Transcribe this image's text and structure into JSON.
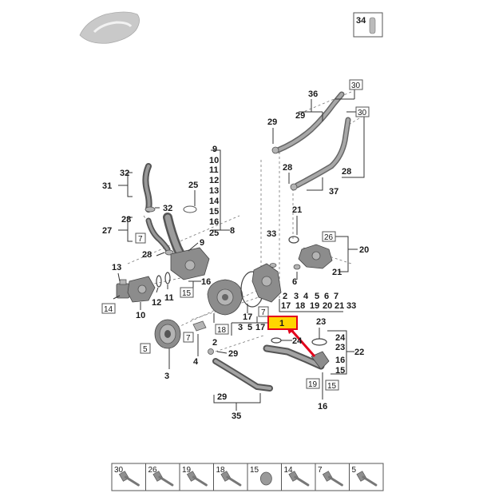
{
  "top_right_ref": "34",
  "callouts": {
    "n36": "36",
    "n29a": "29",
    "n30a": "30",
    "n30b": "30",
    "n29b": "29",
    "n28a": "28",
    "n28b": "28",
    "n37": "37",
    "n9a": "9",
    "n10a": "10",
    "n11a": "11",
    "n12a": "12",
    "n13a": "13",
    "n14a": "14",
    "n15a": "15",
    "n16a": "16",
    "n25a": "25",
    "n9b": "9",
    "n8": "8",
    "n25b": "25",
    "n32a": "32",
    "n31": "31",
    "n32b": "32",
    "n28c": "28",
    "n27": "27",
    "n7a": "7",
    "n28d": "28",
    "n21a": "21",
    "n33": "33",
    "n26": "26",
    "n20": "20",
    "n21b": "21",
    "n6": "6",
    "n13b": "13",
    "n14b": "14",
    "n10b": "10",
    "n12b": "12",
    "n11b": "11",
    "n15b": "15",
    "n16b": "16",
    "n18a": "18",
    "n17a": "17",
    "n7b": "7",
    "n2": "2",
    "n3": "3",
    "n5a": "5",
    "n17b": "17",
    "k2": "2",
    "k3": "3",
    "k4": "4",
    "k5": "5",
    "k6": "6",
    "k7": "7",
    "k17": "17",
    "k18": "18",
    "k19": "19",
    "k20": "20",
    "k21": "21",
    "k33": "33",
    "n1": "1",
    "n23a": "23",
    "n24a": "24",
    "n24b": "24",
    "n23b": "23",
    "n22": "22",
    "n16c": "16",
    "n15c": "15",
    "n19": "19",
    "n15d": "15",
    "n16d": "16",
    "n5b": "5",
    "n7c": "7",
    "n4": "4",
    "n29c": "29",
    "n3b": "3",
    "n29d": "29",
    "n35": "35"
  },
  "legend": [
    "30",
    "26",
    "19",
    "18",
    "15",
    "14",
    "7",
    "5"
  ],
  "colors": {
    "highlight_fill": "#ffd600",
    "highlight_border": "#e3001b",
    "arrow": "#e3001b"
  }
}
